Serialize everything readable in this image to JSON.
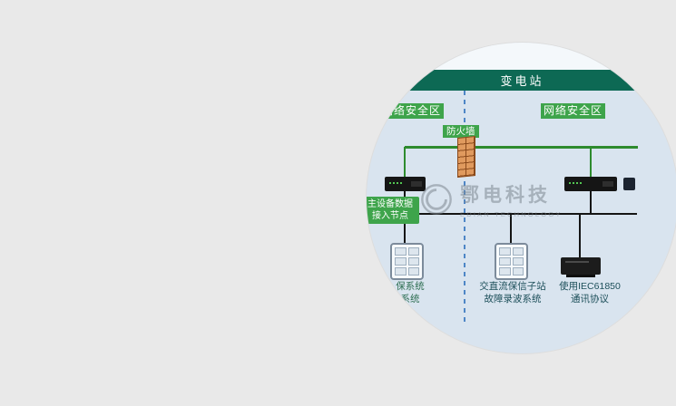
{
  "colors": {
    "page_bg": "#e9e9e9",
    "circle_bg": "#d9e4ef",
    "banner_bg": "#0d6954",
    "zone_green": "#3ea44b",
    "line_green": "#2e8b2e",
    "dash_blue": "#4e86c6",
    "firewall_orange": "#e09a5e",
    "label_text": "#1d4f5a",
    "watermark_gray": "#7e8891"
  },
  "icons": {
    "firewall": "firewall-brick-icon",
    "switch": "network-switch-icon",
    "relay": "protection-relay-icon",
    "recorder": "recorder-device-icon",
    "watermark_logo": "watermark-logo-icon"
  },
  "diagram": {
    "banner_label": "变电站",
    "zone_left_label": "网络安全区",
    "zone_right_label": "网络安全区",
    "firewall_label": "防火墙",
    "access_node": {
      "line1": "主设备数据",
      "line2": "接入节点"
    },
    "bottom_labels": {
      "left": {
        "line1": "保系统",
        "line2": "系统"
      },
      "middle": {
        "line1": "交直流保信子站",
        "line2": "故障录波系统"
      },
      "right": {
        "line1": "使用IEC61850",
        "line2": "通讯协议"
      }
    },
    "watermark": {
      "title": "鄂电科技",
      "subtitle": "EDIAN TECHNOLOGY"
    }
  }
}
